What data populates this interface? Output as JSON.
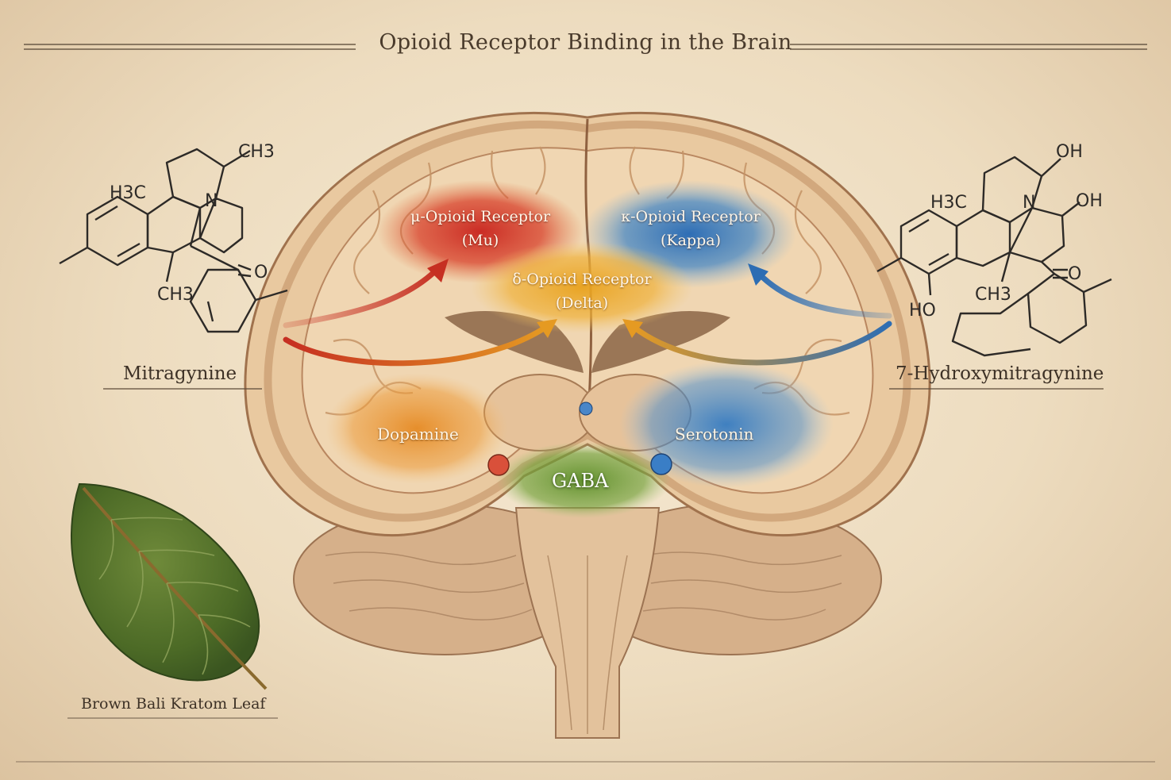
{
  "title": "Opioid Receptor Binding in the Brain",
  "molecules": {
    "left": {
      "name": "Mitragynine",
      "atoms": {
        "ch3_top": "CH3",
        "h3c": "H3C",
        "n": "N",
        "o": "O",
        "ch3_bottom": "CH3"
      }
    },
    "right": {
      "name": "7-Hydroxymitragynine",
      "atoms": {
        "oh_top": "OH",
        "h3c": "H3C",
        "n": "N",
        "oh_right": "OH",
        "o": "O",
        "ho": "HO",
        "ch3": "CH3"
      }
    }
  },
  "receptors": {
    "mu": {
      "line1": "μ-Opioid Receptor",
      "line2": "(Mu)",
      "color": "#c9302a"
    },
    "kappa": {
      "line1": "κ-Opioid Receptor",
      "line2": "(Kappa)",
      "color": "#2f6fb3"
    },
    "delta": {
      "line1": "δ-Opioid Receptor",
      "line2": "(Delta)",
      "color": "#e39a1c"
    }
  },
  "neurotransmitters": {
    "dopamine": {
      "label": "Dopamine",
      "color": "#e58a1f"
    },
    "serotonin": {
      "label": "Serotonin",
      "color": "#2e78c4"
    },
    "gaba": {
      "label": "GABA",
      "color": "#5f8f2e"
    }
  },
  "leaf_caption": "Brown Bali Kratom Leaf"
}
